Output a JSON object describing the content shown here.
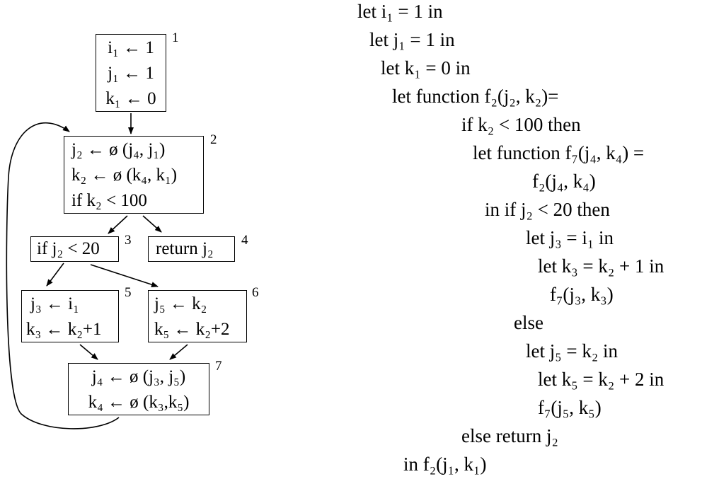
{
  "flowgraph": {
    "blocks": [
      {
        "id": "1",
        "lines": [
          "i₁ ← 1",
          "j₁ ← 1",
          "k₁ ← 0"
        ]
      },
      {
        "id": "2",
        "lines": [
          "j₂ ← ø (j₄,  j₁)",
          "k₂ ← ø (k₄, k₁)",
          "if k₂ < 100"
        ]
      },
      {
        "id": "3",
        "lines": [
          "if j₂ < 20"
        ]
      },
      {
        "id": "4",
        "lines": [
          "return j₂"
        ]
      },
      {
        "id": "5",
        "lines": [
          "j₃ ← i₁",
          "k₃ ← k₂+1"
        ]
      },
      {
        "id": "6",
        "lines": [
          "j₅ ← k₂",
          "k₅ ← k₂+2"
        ]
      },
      {
        "id": "7",
        "lines": [
          "j₄ ← ø (j₃, j₅)",
          "k₄ ← ø (k₃,k₅)"
        ]
      }
    ],
    "edges": [
      [
        "1",
        "2"
      ],
      [
        "2",
        "3"
      ],
      [
        "2",
        "4"
      ],
      [
        "3",
        "5"
      ],
      [
        "3",
        "6"
      ],
      [
        "5",
        "7"
      ],
      [
        "6",
        "7"
      ],
      [
        "7",
        "2"
      ]
    ]
  },
  "code": {
    "lines": [
      "let i₁ = 1 in",
      "let j₁ = 1 in",
      "let k₁ = 0 in",
      "let function f₂(j₂, k₂)=",
      "if k₂ < 100 then",
      "let function f₇(j₄, k₄) =",
      "f₂(j₄, k₄)",
      "in  if j₂ < 20 then",
      "let j₃ = i₁ in",
      "let k₃ = k₂ + 1 in",
      "f₇(j₃, k₃)",
      "else",
      "let j₅ = k₂ in",
      "let k₅ = k₂ + 2 in",
      "f₇(j₅, k₅)",
      "else return j₂",
      "in f₂(j₁, k₁)"
    ]
  }
}
